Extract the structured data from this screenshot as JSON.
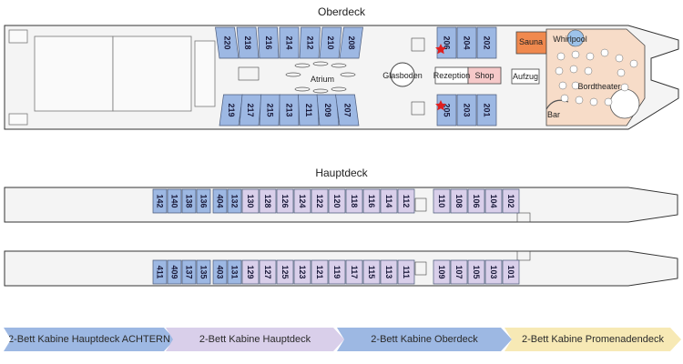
{
  "titles": {
    "oberdeck": "Oberdeck",
    "hauptdeck": "Hauptdeck"
  },
  "colors": {
    "hauptdeck_achtern": "#9db8e3",
    "hauptdeck": "#d9cfea",
    "oberdeck": "#9db8e3",
    "promenadendeck": "#f7e9b5",
    "sauna": "#f0894e",
    "bordtheater": "#f7dcc8",
    "shop": "#f6c9c9",
    "star": "#e02020"
  },
  "oberdeck": {
    "top_cabins": [
      "220",
      "218",
      "216",
      "214",
      "212",
      "210",
      "208",
      "206",
      "204",
      "202"
    ],
    "bottom_cabins": [
      "219",
      "217",
      "215",
      "213",
      "211",
      "209",
      "207",
      "205",
      "203",
      "201"
    ],
    "labels": {
      "atrium": "Atrium",
      "glasboden": "Glasboden",
      "rezeption": "Rezeption",
      "shop": "Shop",
      "aufzug": "Aufzug",
      "sauna": "Sauna",
      "whirlpool": "Whirlpool",
      "bordtheater": "Bordtheater",
      "bar": "Bar"
    }
  },
  "hauptdeck": {
    "upper_row": {
      "achtern": [
        "142",
        "140",
        "138",
        "136",
        "404",
        "132"
      ],
      "main": [
        "130",
        "128",
        "126",
        "124",
        "122",
        "120",
        "118",
        "116",
        "114",
        "112",
        "110",
        "108",
        "106",
        "104",
        "102"
      ]
    },
    "lower_row": {
      "achtern": [
        "411",
        "409",
        "137",
        "135",
        "403",
        "131"
      ],
      "main": [
        "129",
        "127",
        "125",
        "123",
        "121",
        "119",
        "117",
        "115",
        "113",
        "111",
        "109",
        "107",
        "105",
        "103",
        "101"
      ]
    }
  },
  "legend": [
    {
      "label": "2-Bett Kabine Hauptdeck ACHTERN",
      "color": "#9db8e3"
    },
    {
      "label": "2-Bett Kabine Hauptdeck",
      "color": "#d9cfea"
    },
    {
      "label": "2-Bett Kabine Oberdeck",
      "color": "#9db8e3"
    },
    {
      "label": "2-Bett Kabine Promenadendeck",
      "color": "#f7e9b5"
    }
  ]
}
